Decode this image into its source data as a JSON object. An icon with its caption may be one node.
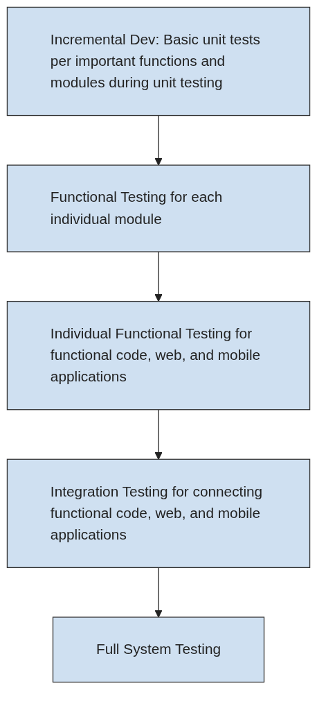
{
  "diagram": {
    "nodes": [
      {
        "text": [
          "Incremental Dev: Basic unit tests per important functions and modules during unit testing"
        ]
      },
      {
        "text": [
          "Functional Testing for each individual module"
        ]
      },
      {
        "text": [
          "Individual Functional Testing for functional code, web, and mobile applications"
        ]
      },
      {
        "text": [
          "Integration Testing for connecting functional code, web, and mobile applications"
        ]
      },
      {
        "text": [
          "Full System Testing"
        ]
      }
    ],
    "edges": [
      {
        "from": 0,
        "to": 1,
        "arrow": "to"
      },
      {
        "from": 1,
        "to": 2,
        "arrow": "to"
      },
      {
        "from": 2,
        "to": 3,
        "arrow": "to"
      },
      {
        "from": 3,
        "to": 4,
        "arrow": "to"
      }
    ]
  }
}
